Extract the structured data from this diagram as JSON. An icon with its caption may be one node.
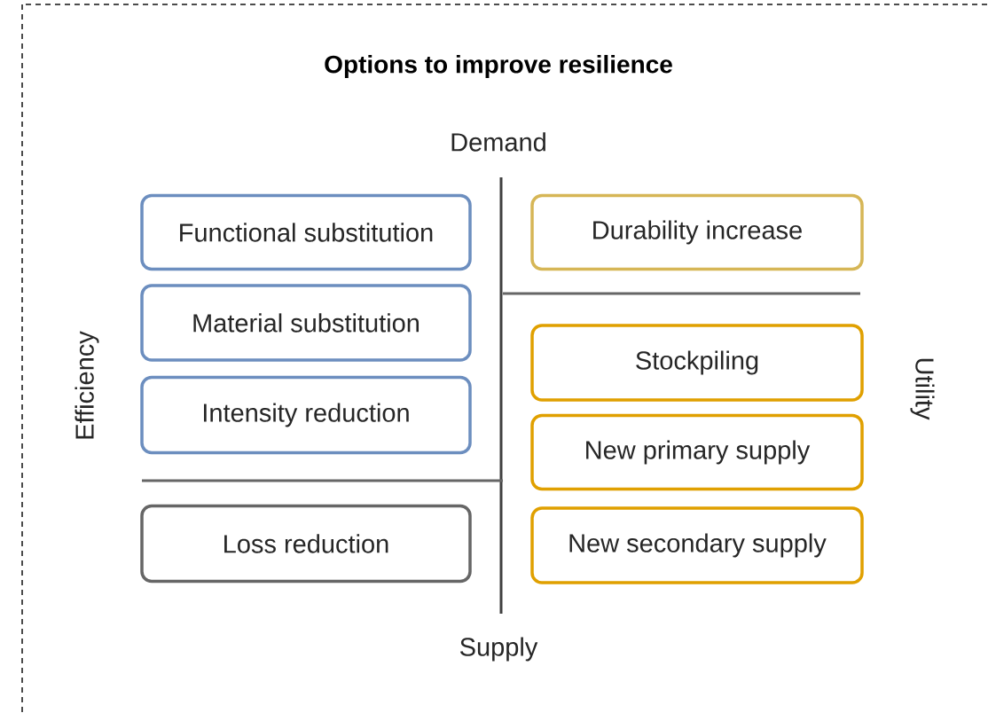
{
  "diagram": {
    "title": "Options to improve resilience",
    "nodes": [
      {
        "text": [
          "Functional substitution"
        ]
      },
      {
        "text": [
          "Material substitution"
        ]
      },
      {
        "text": [
          "Intensity reduction"
        ]
      },
      {
        "text": [
          "Loss reduction"
        ]
      },
      {
        "text": [
          "Durability increase"
        ]
      },
      {
        "text": [
          "Stockpiling"
        ]
      },
      {
        "text": [
          "New primary supply"
        ]
      },
      {
        "text": [
          "New secondary supply"
        ]
      }
    ],
    "labels": [
      "Demand",
      "Efficiency",
      "Utility",
      "Supply"
    ]
  }
}
